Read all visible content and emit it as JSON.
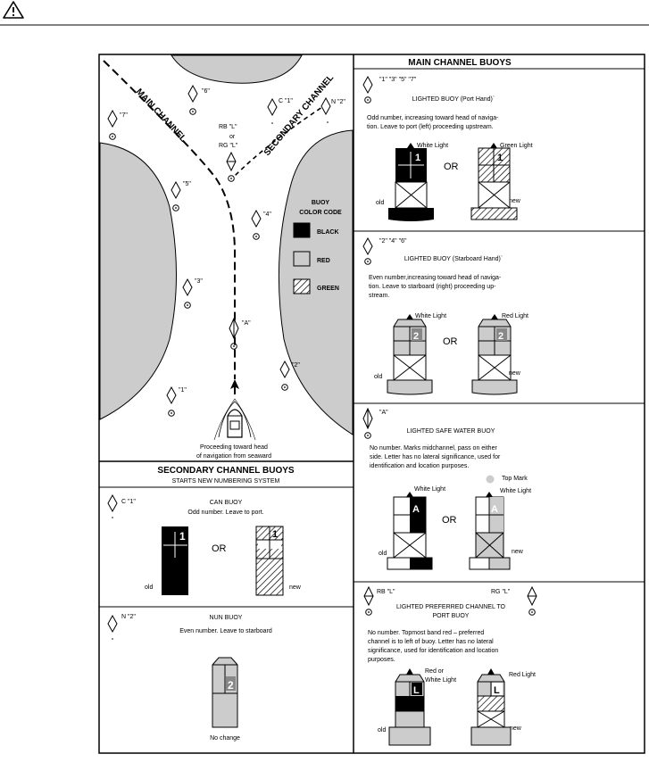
{
  "top_bar": {
    "warning_icon": "warning-triangle-icon"
  },
  "chart_map": {
    "main_channel_label": "MAIN CHANNEL",
    "secondary_channel_label": "SECONDARY CHANNEL",
    "buoy_labels": {
      "b6": "\"6\"",
      "b7": "\"7\"",
      "c1": "C \"1\"",
      "n2": "N \"2\"",
      "rb": "RB  \"L\"",
      "or": "or",
      "rg": "RG  \"L\"",
      "b5": "\"5\"",
      "b4": "\"4\"",
      "b3": "\"3\"",
      "a": "\"A\"",
      "b2": "\"2\"",
      "b1": "\"1\""
    },
    "caption_line1": "Proceeding toward head",
    "caption_line2": "of navigation from seaward"
  },
  "legend": {
    "title_line1": "BUOY",
    "title_line2": "COLOR CODE",
    "items": [
      "BLACK",
      "RED",
      "GREEN"
    ],
    "colors": {
      "black": "#000000",
      "red": "#cccccc",
      "green": "hatched"
    }
  },
  "secondary_panel": {
    "title": "SECONDARY CHANNEL BUOYS",
    "subtitle": "STARTS NEW NUMBERING SYSTEM",
    "can": {
      "marker": "C  \"1\"",
      "title": "CAN BUOY",
      "desc": "Odd number.  Leave to port.",
      "number": "1",
      "or": "OR",
      "old": "old",
      "new": "new"
    },
    "nun": {
      "marker": "N  \"2\"",
      "title": "NUN BUOY",
      "desc": "Even number.  Leave to starboard",
      "number": "2",
      "caption": "No change"
    }
  },
  "main_panel": {
    "title": "MAIN CHANNEL BUOYS",
    "port": {
      "numbers": "\"1\"  \"3\"  \"5\"  \"7\"",
      "title": "LIGHTED BUOY (Port Hand)`",
      "desc1": "Odd number, increasing toward head of naviga-",
      "desc2": "tion. Leave to port (left) proceeding upstream.",
      "light_old": "White Light",
      "light_new": "Green Light",
      "or": "OR",
      "old": "old",
      "new": "new",
      "number": "1"
    },
    "starboard": {
      "numbers": "\"2\"  \"4\"  \"6\"",
      "title": "LIGHTED BUOY (Starboard Hand)`",
      "desc1": "Even number,increasing toward head of naviga-",
      "desc2": "tion. Leave to  starboard  (right) proceeding up-",
      "desc3": "stream.",
      "light_old": "White Light",
      "light_new": "Red Light",
      "or": "OR",
      "old": "old",
      "new": "new",
      "number": "2"
    },
    "safe_water": {
      "marker": "\"A\"",
      "title": "LIGHTED SAFE WATER BUOY",
      "desc1": "No number. Marks midchannel, pass on either",
      "desc2": "side. Letter has no lateral significance, used for",
      "desc3": "identification and location purposes.",
      "top_mark": "Top Mark",
      "light_old": "White Light",
      "light_new": "White Light",
      "or": "OR",
      "old": "old",
      "new": "new",
      "letter": "A"
    },
    "preferred": {
      "marker_left": "RB  \"L\"",
      "marker_right": "RG  \"L\"",
      "title1": "LIGHTED PREFERRED CHANNEL TO",
      "title2": "PORT BUOY",
      "desc1": "No  number.  Topmost band red – preferred",
      "desc2": "channel is to left of buoy. Letter has no lateral",
      "desc3": "significance, used for identification and location",
      "desc4": "purposes.",
      "light_old1": "Red or",
      "light_old2": "White Light",
      "light_new": "Red Light",
      "old": "old",
      "new": "new",
      "letter": "L"
    }
  }
}
